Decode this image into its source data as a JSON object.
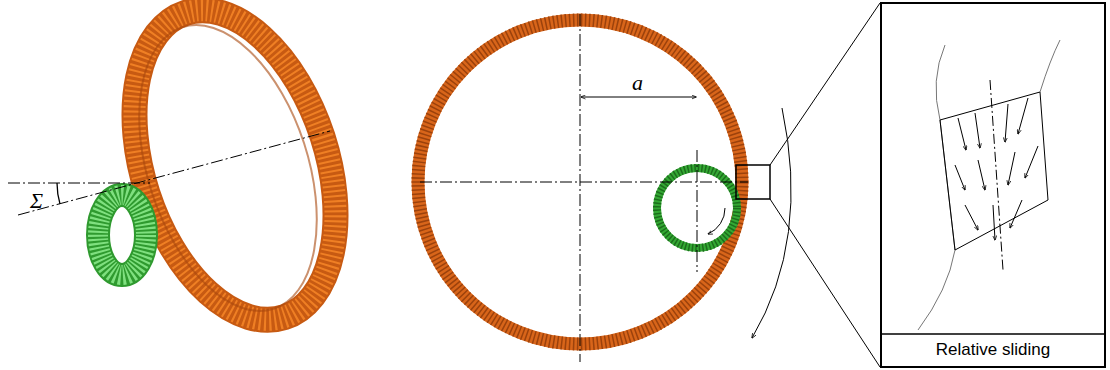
{
  "diagram": {
    "nodes": [
      {
        "text": [
          "Relative sliding"
        ]
      }
    ],
    "labels": [
      "Σ",
      "a"
    ]
  }
}
